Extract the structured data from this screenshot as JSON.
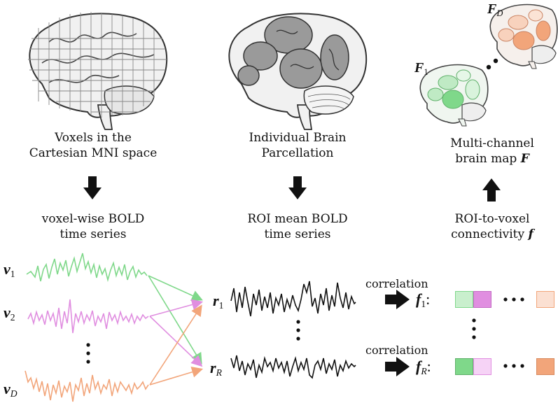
{
  "labels": {
    "voxels": [
      "Voxels in the",
      "Cartesian MNI space"
    ],
    "parcellation": [
      "Individual Brain",
      "Parcellation"
    ],
    "multichannel_line1": "Multi-channel",
    "multichannel_line2": "brain map",
    "multichannel_symbol": "F",
    "voxel_bold": [
      "voxel-wise BOLD",
      "time series"
    ],
    "roi_bold": [
      "ROI mean BOLD",
      "time series"
    ],
    "roi_to_voxel_line1": "ROI-to-voxel",
    "roi_to_voxel_line2": "connectivity",
    "roi_to_voxel_symbol": "f",
    "correlation_1": "correlation",
    "correlation_2": "correlation"
  },
  "symbols": {
    "F_D": {
      "base": "F",
      "sub": "D"
    },
    "F_1": {
      "base": "F",
      "sub": "1"
    },
    "v_1": {
      "base": "v",
      "sub": "1"
    },
    "v_2": {
      "base": "v",
      "sub": "2"
    },
    "v_D": {
      "base": "v",
      "sub": "D"
    },
    "r_1": {
      "base": "r",
      "sub": "1"
    },
    "r_R": {
      "base": "r",
      "sub": "R"
    },
    "f_1": {
      "base": "f",
      "sub": "1"
    },
    "f_R": {
      "base": "f",
      "sub": "R"
    }
  },
  "colors": {
    "green": "#7fd88a",
    "pink": "#e08ee0",
    "orange": "#f2a57a",
    "gray_region": "#9a9a9a",
    "brain_fill": "#f1f1f1"
  }
}
